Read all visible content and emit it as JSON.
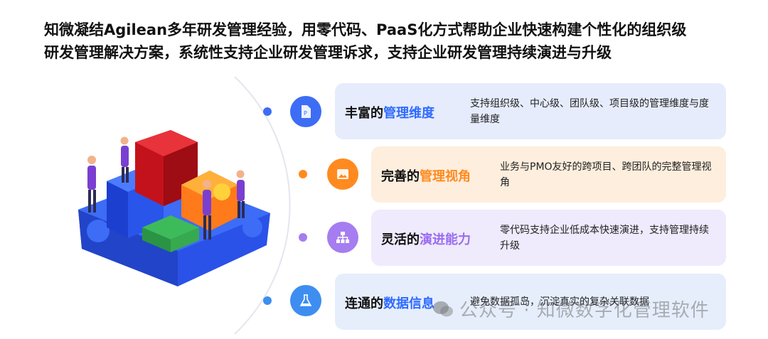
{
  "headline": {
    "line1": "知微凝结Agilean多年研发管理经验，用零代码、PaaS化方式帮助企业快速构建个性化的组织级",
    "line2": "研发管理解决方案，系统性支持企业研发管理诉求，支持企业研发管理持续演进与升级"
  },
  "features": [
    {
      "title_prefix": "丰富的",
      "title_highlight": "管理维度",
      "desc": "支持组织级、中心级、团队级、项目级的管理维度与度量维度",
      "icon": "document-icon",
      "color": "#3d6df5"
    },
    {
      "title_prefix": "完善的",
      "title_highlight": "管理视角",
      "desc": "业务与PMO友好的跨项目、跨团队的完整管理视角",
      "icon": "image-icon",
      "color": "#ff8a1f"
    },
    {
      "title_prefix": "灵活的",
      "title_highlight": "演进能力",
      "desc": "零代码支持企业低成本快速演进，支持管理持续升级",
      "icon": "hierarchy-icon",
      "color": "#a57df0"
    },
    {
      "title_prefix": "连通的",
      "title_highlight": "数据信息",
      "desc": "避免数据孤岛，沉淀真实的复杂关联数据",
      "icon": "flask-icon",
      "color": "#3d8ef0"
    }
  ],
  "watermark": "公众号 · 知微数字化管理软件"
}
